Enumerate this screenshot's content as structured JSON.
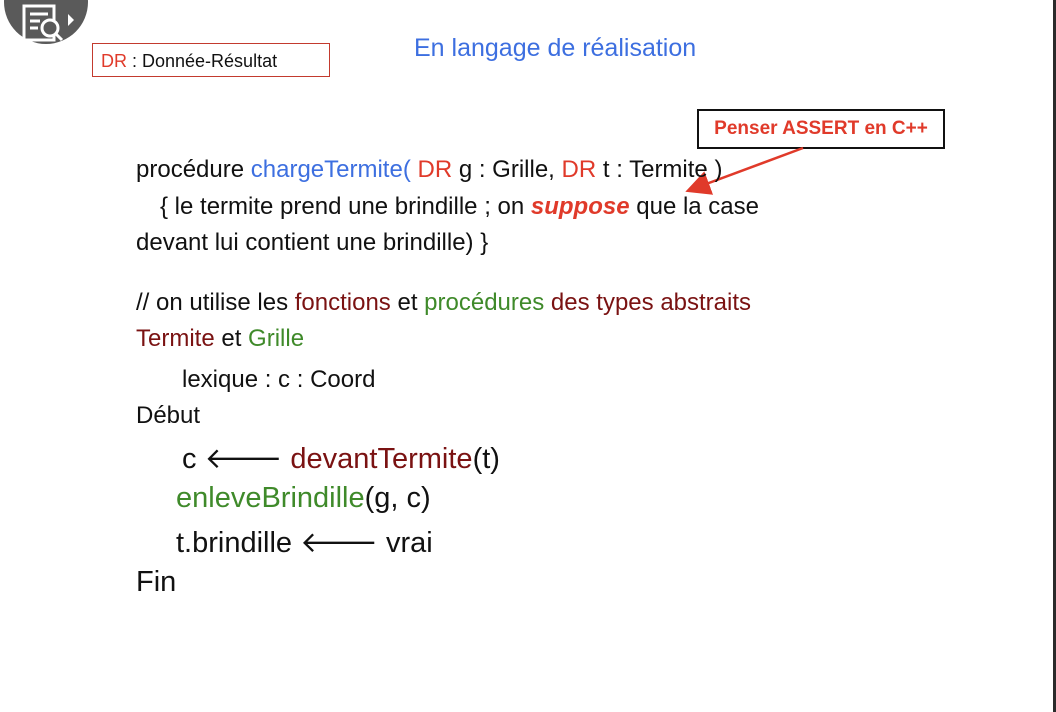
{
  "header": {
    "dr_abbrev": "DR",
    "dr_rest": " : Donnée-Résultat",
    "title": "En langage de réalisation"
  },
  "callout": {
    "text": "Penser ASSERT en C++"
  },
  "proc": {
    "kw": "procédure ",
    "name": "chargeTermite",
    "open": "( ",
    "dr1": "DR",
    "p1": " g : Grille, ",
    "dr2": "DR",
    "p2": " t : Termite )"
  },
  "comment1": {
    "a": "{ le termite prend une brindille ; on ",
    "emph": "suppose",
    "b": " que la case",
    "line2": "devant lui contient une brindille) }"
  },
  "comment2": {
    "a": "// on utilise les ",
    "fonctions": "fonctions",
    "et1": " et ",
    "procedures": "procédures",
    "rest": " des types abstraits",
    "termite": "Termite",
    "et2": " et ",
    "grille": "Grille"
  },
  "lexique": "lexique : c : Coord",
  "debut": "Début",
  "s1": {
    "a": "c ",
    "arrow": "🡐",
    "fn": "devantTermite",
    "args": "(t)"
  },
  "s2": {
    "fn": "enleveBrindille",
    "args": "(g, c)"
  },
  "s3": {
    "a": "t.brindille ",
    "arrow": "🡐",
    "b": " vrai"
  },
  "fin": "Fin",
  "colors": {
    "red": "#e03a2a",
    "blue": "#3d6fe0",
    "maroon": "#7a1212",
    "green": "#3f8a2a"
  }
}
